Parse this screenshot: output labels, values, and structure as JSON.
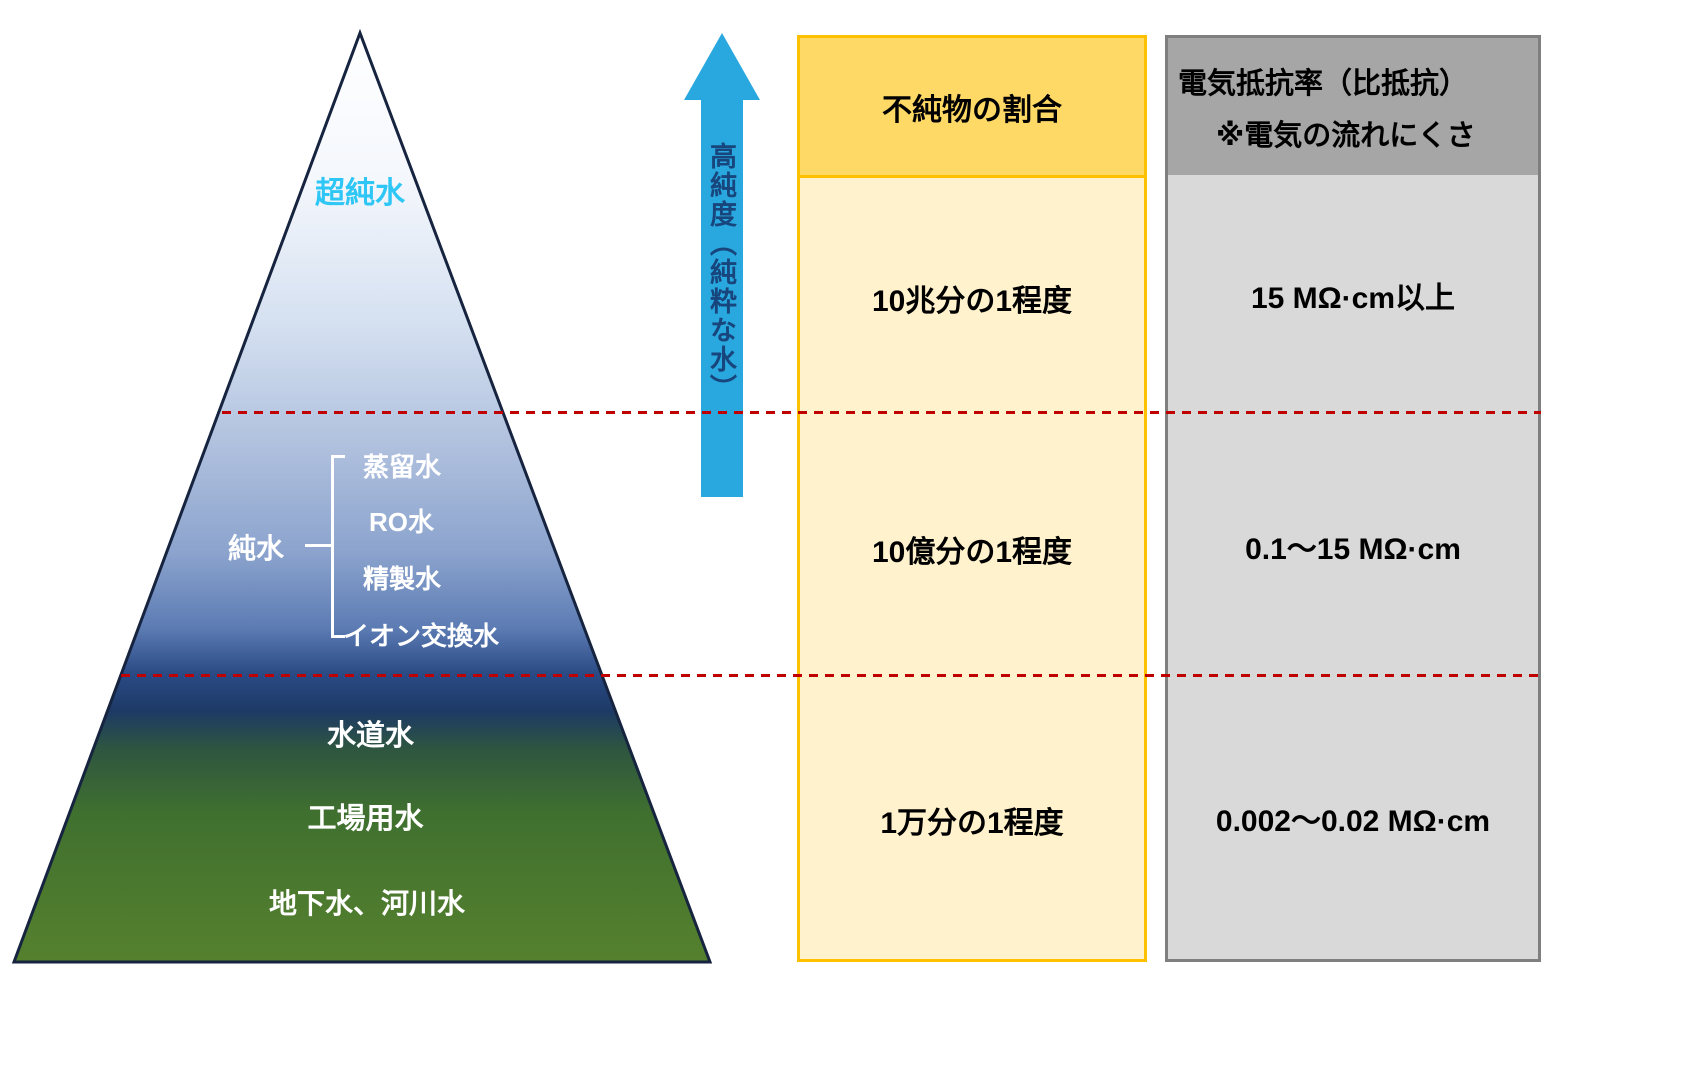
{
  "pyramid": {
    "ultrapure_label": "超純水",
    "pure_group": {
      "label": "純水",
      "items": [
        "蒸留水",
        "RO水",
        "精製水",
        "イオン交換水"
      ]
    },
    "tap_water": "水道水",
    "industrial_water": "工場用水",
    "ground_river_water": "地下水、河川水"
  },
  "arrow": {
    "label": "高純度（純粋な水）"
  },
  "impurity_column": {
    "header": "不純物の割合",
    "rows": [
      "10兆分の1程度",
      "10億分の1程度",
      "1万分の1程度"
    ]
  },
  "resistivity_column": {
    "header_line1": "電気抵抗率（比抵抗）",
    "header_line2": "※電気の流れにくさ",
    "rows": [
      "15 MΩ·cm以上",
      "0.1～15 MΩ·cm",
      "0.002～0.02 MΩ·cm"
    ]
  },
  "colors": {
    "arrow_blue": "#29A8E0",
    "ultrapure_text": "#2EC6F5",
    "yellow_header_bg": "#FFD965",
    "yellow_body_bg": "#FFF2CC",
    "yellow_border": "#FFC000",
    "gray_header_bg": "#A6A6A6",
    "gray_body_bg": "#D9D9D9",
    "dashed_line_red": "#C00000"
  }
}
